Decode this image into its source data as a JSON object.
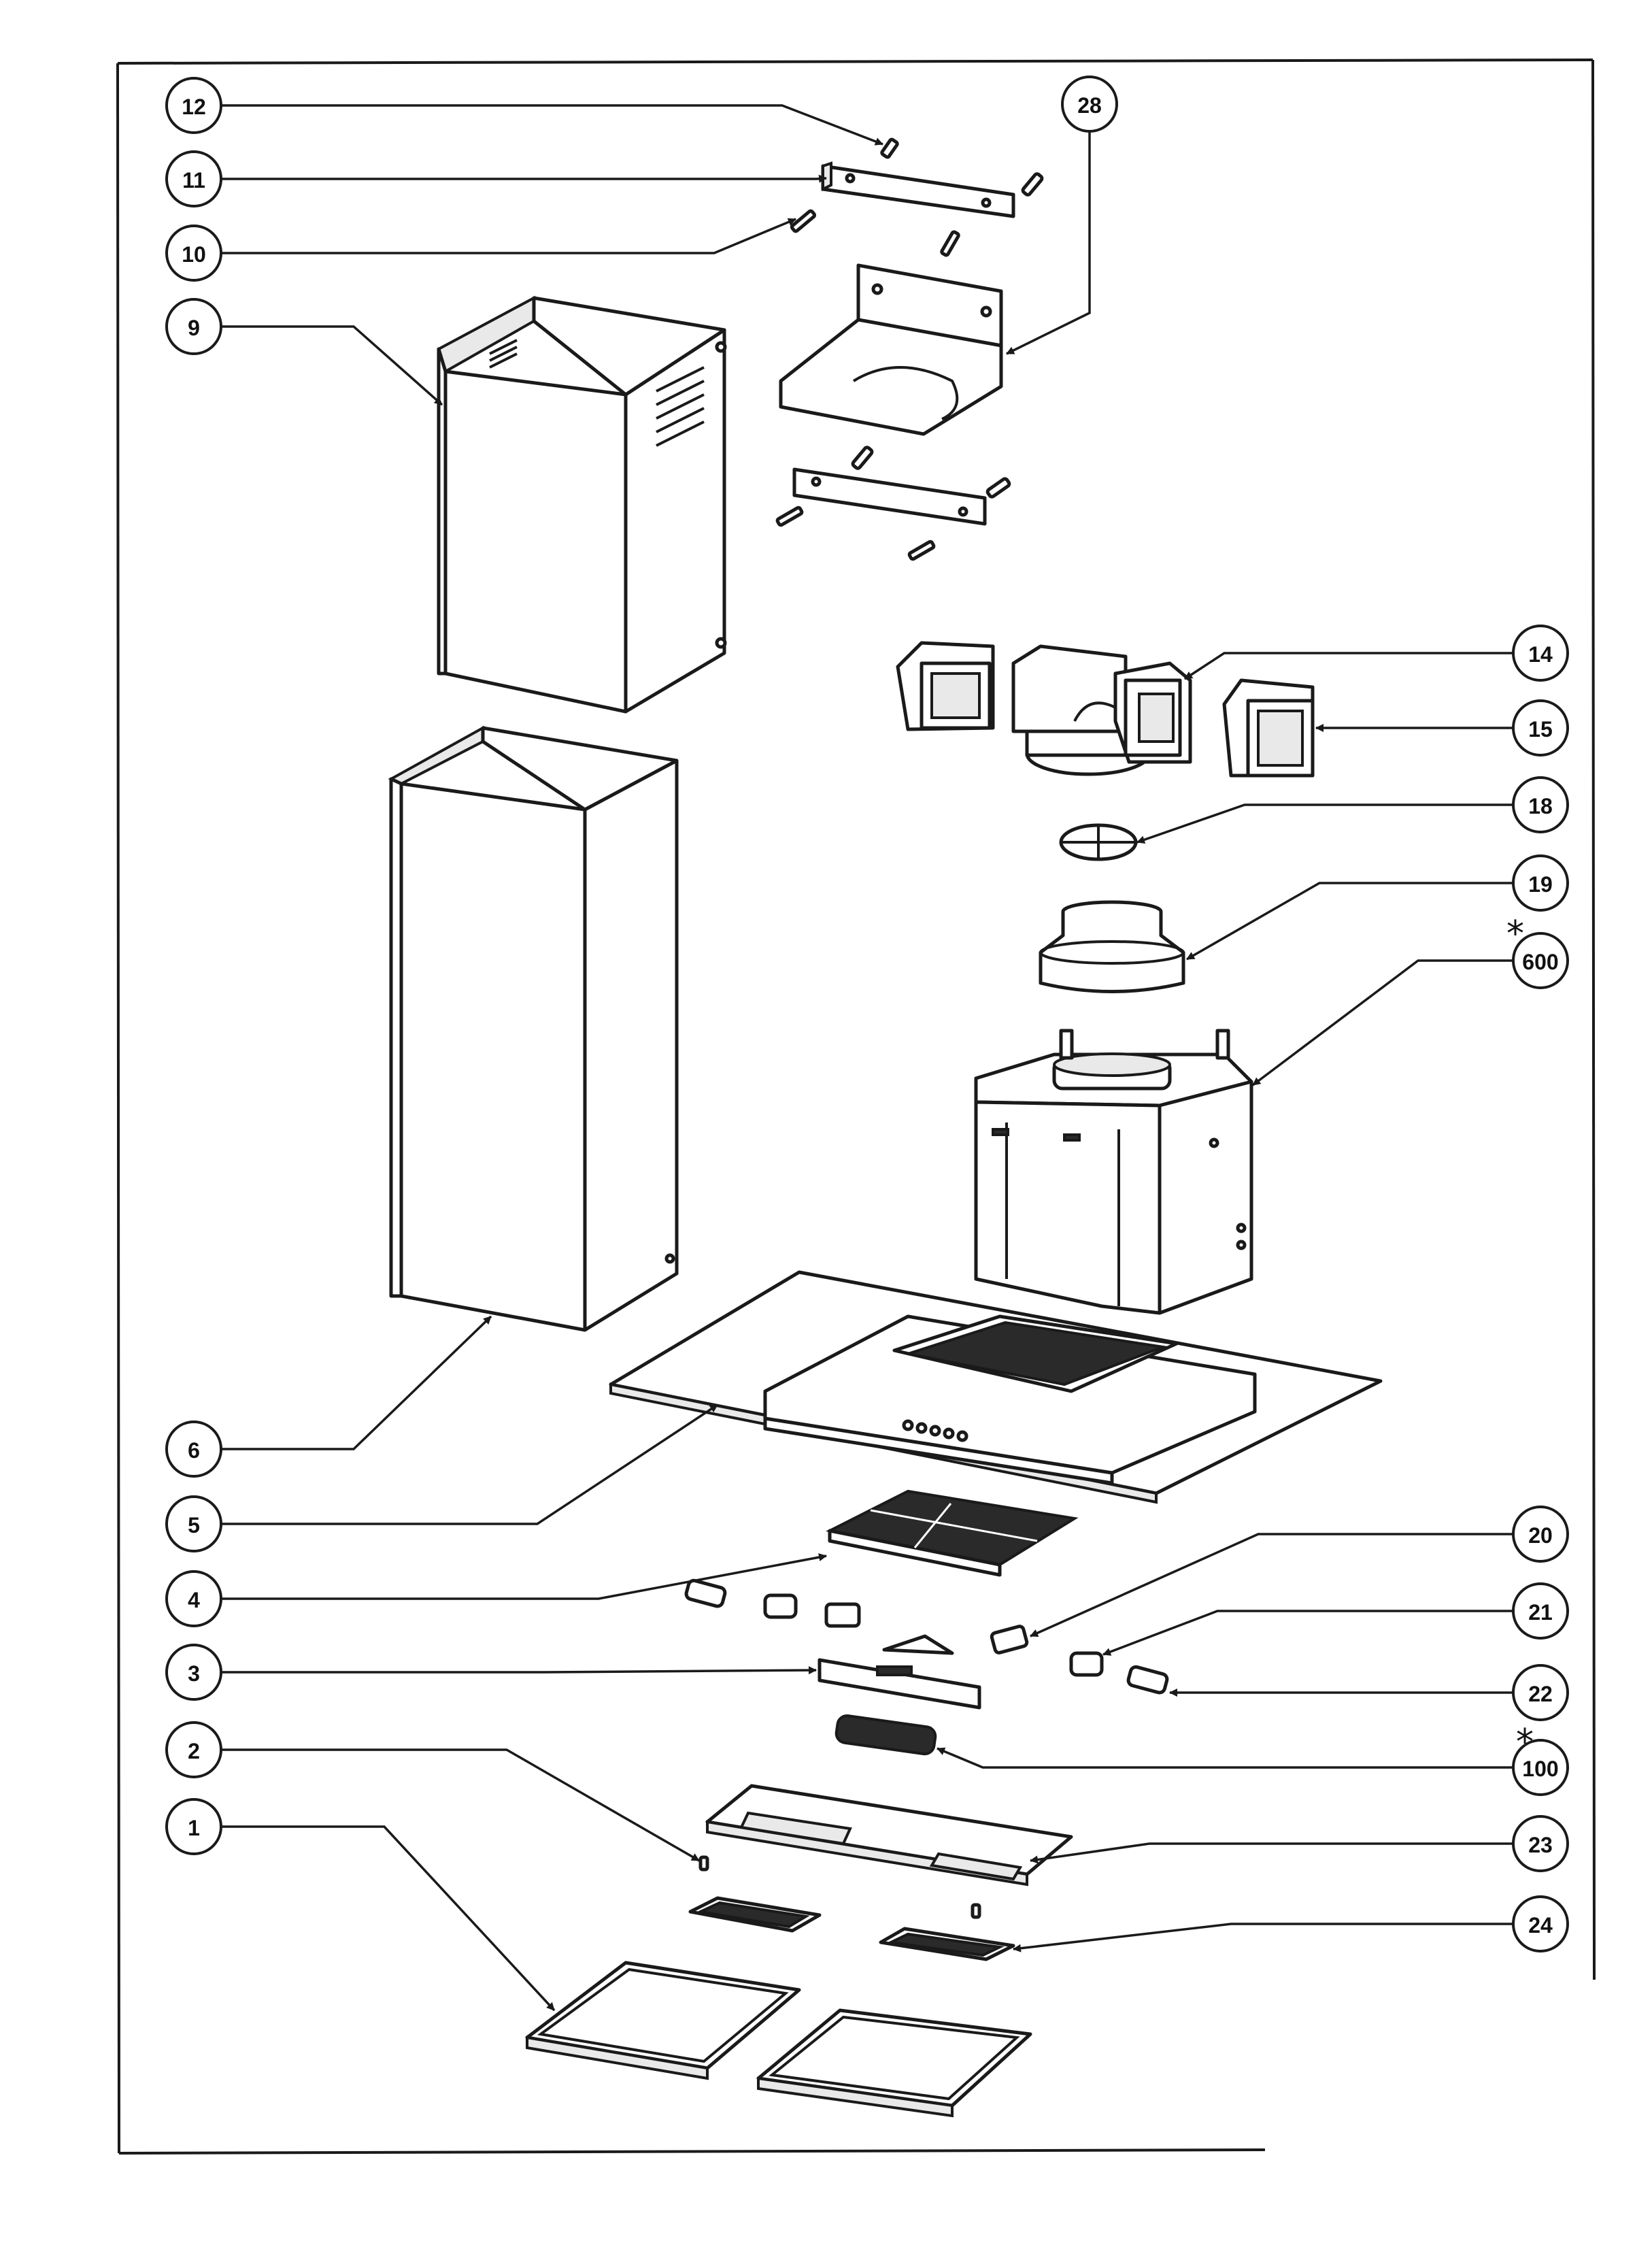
{
  "callouts": {
    "c12": "12",
    "c11": "11",
    "c10": "10",
    "c9": "9",
    "c28": "28",
    "c14": "14",
    "c15": "15",
    "c18": "18",
    "c19": "19",
    "c600": "600",
    "c6": "6",
    "c5": "5",
    "c4": "4",
    "c20": "20",
    "c21": "21",
    "c3": "3",
    "c22": "22",
    "c100": "100",
    "c2": "2",
    "c23": "23",
    "c1": "1",
    "c24": "24"
  },
  "marks": {
    "star_600": "*",
    "star_100": "*"
  },
  "colors": {
    "ink": "#1a1a1a",
    "paper": "#ffffff",
    "filter_fill": "#2a2a2a"
  }
}
